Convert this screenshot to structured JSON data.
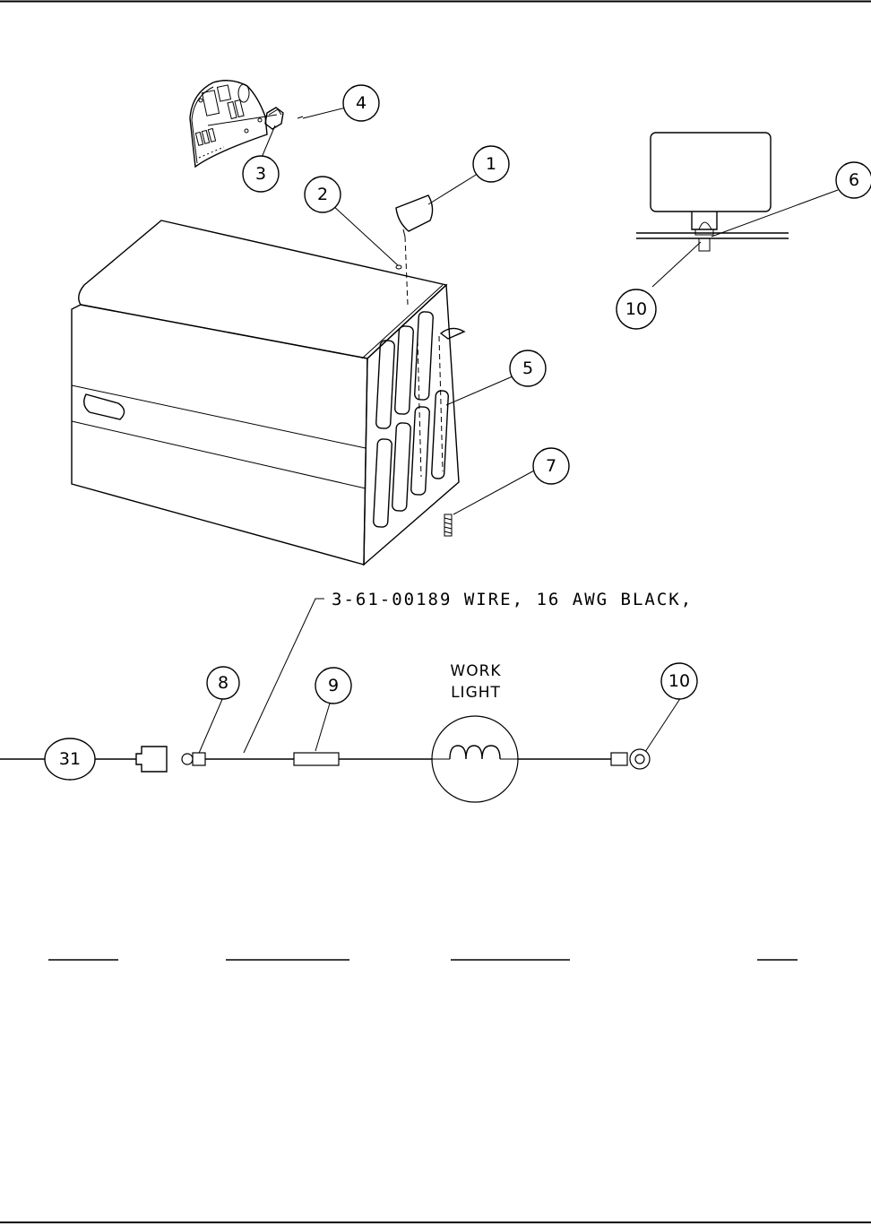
{
  "balloons": {
    "b1": "1",
    "b2": "2",
    "b3": "3",
    "b4": "4",
    "b5": "5",
    "b6": "6",
    "b7": "7",
    "b8": "8",
    "b9": "9",
    "b10_top": "10",
    "b10_bottom": "10",
    "b31": "31"
  },
  "wire_note": "3-61-00189 WIRE, 16 AWG BLACK,",
  "work_light": {
    "line1": "WORK",
    "line2": "LIGHT"
  },
  "colors": {
    "ink": "#000000",
    "paper": "#ffffff"
  }
}
